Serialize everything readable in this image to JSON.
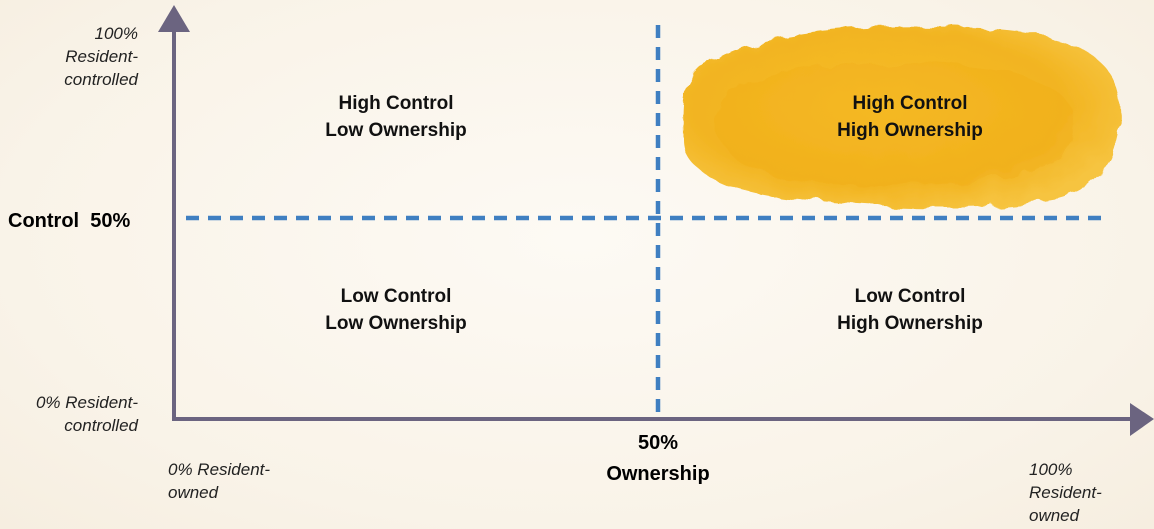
{
  "quadrants": {
    "top_left": {
      "line1": "High Control",
      "line2": "Low Ownership"
    },
    "top_right": {
      "line1": "High Control",
      "line2": "High Ownership",
      "highlight": "#f4b823"
    },
    "bottom_left": {
      "line1": "Low Control",
      "line2": "Low Ownership"
    },
    "bottom_right": {
      "line1": "Low Control",
      "line2": "High Ownership"
    }
  },
  "y_axis": {
    "top_label": [
      "100%",
      "Resident-",
      "controlled"
    ],
    "bottom_label": [
      "0% Resident-",
      "controlled"
    ],
    "midline_label": "Control  50%"
  },
  "x_axis": {
    "left_label": [
      "0% Resident-",
      "owned"
    ],
    "right_label": [
      "100%",
      "Resident-",
      "owned"
    ],
    "midline_label": [
      "50%",
      "Ownership"
    ]
  },
  "colors": {
    "axis": "#6b6480",
    "divider": "#3f7fc1",
    "highlight": "#f4b823"
  }
}
